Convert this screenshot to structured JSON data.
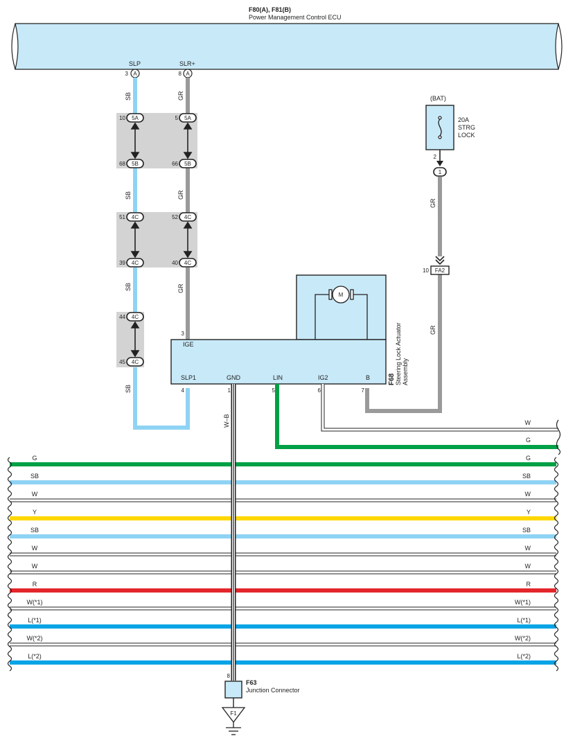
{
  "ecu": {
    "code": "F80(A), F81(B)",
    "name": "Power Management Control ECU",
    "pins": [
      {
        "num": "3",
        "conn": "A",
        "label": "SLP"
      },
      {
        "num": "8",
        "conn": "A",
        "label": "SLR+"
      }
    ]
  },
  "wires": {
    "slp_color": "SB",
    "slr_color": "GR",
    "gnd_color": "W–B",
    "bat_color": "GR"
  },
  "junctions": {
    "slp": [
      {
        "num": "10",
        "conn": "5A"
      },
      {
        "num": "68",
        "conn": "5B"
      },
      {
        "num": "51",
        "conn": "4C"
      },
      {
        "num": "39",
        "conn": "4C"
      },
      {
        "num": "44",
        "conn": "4C"
      },
      {
        "num": "45",
        "conn": "4C"
      }
    ],
    "slr": [
      {
        "num": "5",
        "conn": "5A"
      },
      {
        "num": "66",
        "conn": "5B"
      },
      {
        "num": "52",
        "conn": "4C"
      },
      {
        "num": "40",
        "conn": "4C"
      }
    ]
  },
  "fuse": {
    "source": "(BAT)",
    "lines": [
      "20A",
      "STRG",
      "LOCK"
    ],
    "pin": "2",
    "junction_pin": "1",
    "connector_num": "10",
    "connector": "FA2"
  },
  "actuator": {
    "code": "F68",
    "name_lines": [
      "Steering Lock Actuator",
      "Assembly"
    ],
    "motor": "M",
    "top_pin_num": "3",
    "top_pin_label": "IGE",
    "pins": [
      {
        "num": "4",
        "label": "SLP1"
      },
      {
        "num": "1",
        "label": "GND"
      },
      {
        "num": "5",
        "label": "LIN"
      },
      {
        "num": "6",
        "label": "IG2"
      },
      {
        "num": "7",
        "label": "B"
      }
    ]
  },
  "bus_right": [
    {
      "label": "W",
      "color": "#ffffff"
    },
    {
      "label": "G",
      "color": "#00a046"
    }
  ],
  "bus": [
    {
      "left": "G",
      "right": "G",
      "color": "#00a046"
    },
    {
      "left": "SB",
      "right": "SB",
      "color": "#8fd3f4"
    },
    {
      "left": "W",
      "right": "W",
      "color": "#ffffff"
    },
    {
      "left": "Y",
      "right": "Y",
      "color": "#ffd700"
    },
    {
      "left": "SB",
      "right": "SB",
      "color": "#8fd3f4"
    },
    {
      "left": "W",
      "right": "W",
      "color": "#ffffff"
    },
    {
      "left": "W",
      "right": "W",
      "color": "#ffffff"
    },
    {
      "left": "R",
      "right": "R",
      "color": "#e3262b"
    },
    {
      "left": "W(*1)",
      "right": "W(*1)",
      "color": "#ffffff"
    },
    {
      "left": "L(*1)",
      "right": "L(*1)",
      "color": "#0aa4e6"
    },
    {
      "left": "W(*2)",
      "right": "W(*2)",
      "color": "#ffffff"
    },
    {
      "left": "L(*2)",
      "right": "L(*2)",
      "color": "#0aa4e6"
    }
  ],
  "ground": {
    "pin": "8",
    "code": "F63",
    "name": "Junction Connector",
    "ground_label": "F1"
  },
  "colors": {
    "sb": "#8fd3f4",
    "gr": "#9a9a9a",
    "green": "#00a046",
    "box_fill": "#c8e9f8",
    "jc_fill": "#d3d3d3"
  }
}
